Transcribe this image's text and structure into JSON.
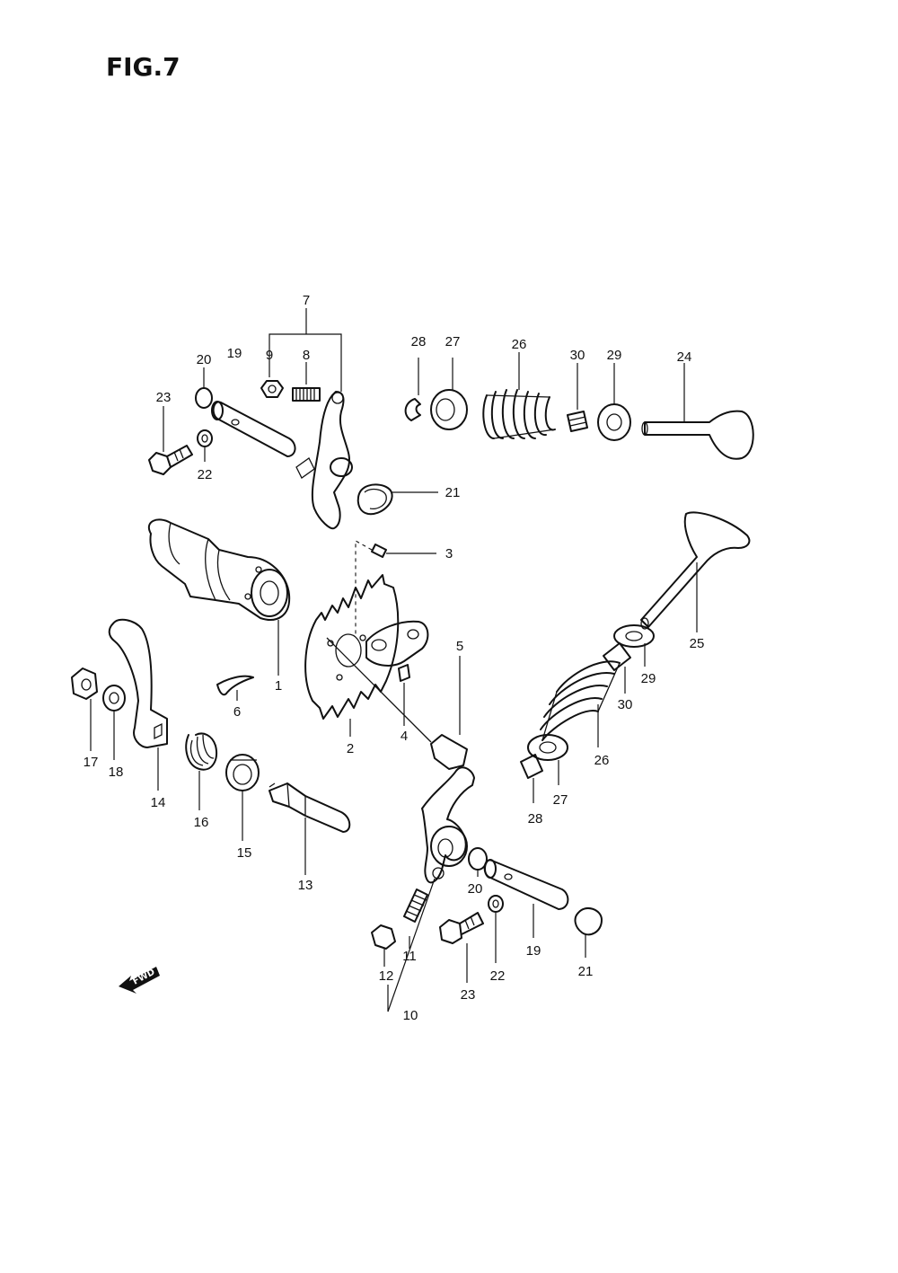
{
  "figure": {
    "title": "FIG.7"
  },
  "labels": {
    "l1": "1",
    "l2": "2",
    "l3": "3",
    "l4": "4",
    "l5": "5",
    "l6": "6",
    "l7": "7",
    "l8": "8",
    "l9": "9",
    "l10": "10",
    "l11": "11",
    "l12": "12",
    "l13": "13",
    "l14": "14",
    "l15": "15",
    "l16": "16",
    "l17": "17",
    "l18": "18",
    "l19a": "19",
    "l19b": "19",
    "l20a": "20",
    "l20b": "20",
    "l21a": "21",
    "l21b": "21",
    "l22a": "22",
    "l22b": "22",
    "l23a": "23",
    "l23b": "23",
    "l24": "24",
    "l25": "25",
    "l26a": "26",
    "l26b": "26",
    "l27a": "27",
    "l27b": "27",
    "l28a": "28",
    "l28b": "28",
    "l29a": "29",
    "l29b": "29",
    "l30a": "30",
    "l30b": "30"
  },
  "forward_arrow": {
    "label": "FWD"
  }
}
